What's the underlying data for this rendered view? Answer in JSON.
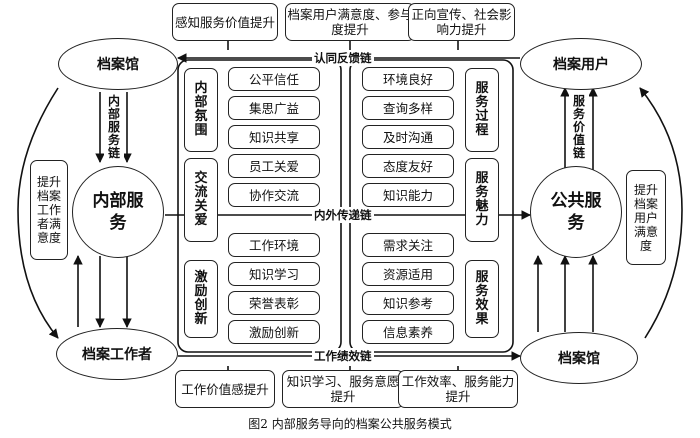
{
  "nodes": {
    "archive_top": "档案馆",
    "users": "档案用户",
    "workers": "档案工作者",
    "archive_bottom": "档案馆",
    "internal_service": "内部服务",
    "public_service": "公共服务"
  },
  "top_boxes": [
    "感知服务价值提升",
    "档案用户满意度、参与度提升",
    "正向宣传、社会影响力提升"
  ],
  "bottom_boxes": [
    "工作价值感提升",
    "知识学习、服务意愿提升",
    "工作效率、服务能力提升"
  ],
  "left_note": "提升档案工作者满意度",
  "right_note": "提升档案用户满意度",
  "chains": {
    "feedback": "认同反馈链",
    "transfer": "内外传递链",
    "performance": "工作绩效链",
    "internal_service_chain": "内部服务链",
    "service_value_chain": "服务价值链"
  },
  "left_groups": [
    {
      "label": "内部氛围",
      "items": [
        "公平信任",
        "集思广益",
        "知识共享"
      ]
    },
    {
      "label": "交流关爱",
      "items": [
        "员工关爱",
        "协作交流"
      ]
    },
    {
      "label": "激励创新",
      "items": [
        "工作环境",
        "知识学习",
        "荣誉表彰",
        "激励创新"
      ]
    }
  ],
  "right_groups": [
    {
      "label": "服务过程",
      "items": [
        "环境良好",
        "查询多样",
        "及时沟通"
      ]
    },
    {
      "label": "服务魅力",
      "items": [
        "态度友好",
        "知识能力"
      ]
    },
    {
      "label": "服务效果",
      "items": [
        "需求关注",
        "资源适用",
        "知识参考",
        "信息素养"
      ]
    }
  ],
  "caption": "图2  内部服务导向的档案公共服务模式"
}
